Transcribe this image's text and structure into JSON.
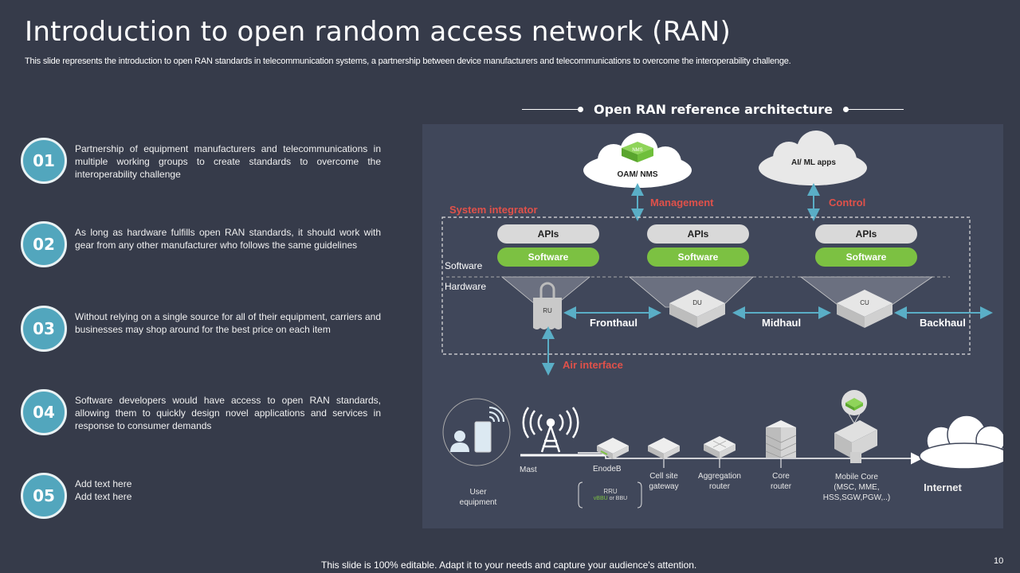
{
  "header": {
    "title": "Introduction to open random access network (RAN)",
    "subtitle": "This slide represents the introduction to open RAN standards in telecommunication systems, a partnership between device manufacturers and telecommunications to overcome the interoperability challenge."
  },
  "items": [
    {
      "number": "01",
      "text": "Partnership of equipment manufacturers and telecommunications in multiple working groups to create standards to overcome the interoperability challenge"
    },
    {
      "number": "02",
      "text": "As long as hardware fulfills open RAN standards, it should work with gear from any other manufacturer who follows the same guidelines"
    },
    {
      "number": "03",
      "text": "Without relying on a single source for all of their equipment, carriers and businesses may shop around for the best price on each item"
    },
    {
      "number": "04",
      "text": "Software developers would have access to open RAN standards, allowing them to quickly design novel applications and services in response to consumer demands"
    },
    {
      "number": "05",
      "text": "Add text here\nAdd text here"
    }
  ],
  "architecture": {
    "title": "Open RAN reference architecture",
    "clouds": {
      "oam": "OAM/ NMS",
      "nms_badge": "NMS",
      "ai": "AI/ ML apps"
    },
    "labels": {
      "management": "Management",
      "control": "Control",
      "system_integrator": "System integrator",
      "software": "Software",
      "hardware": "Hardware",
      "air_interface": "Air interface"
    },
    "stacks": [
      {
        "api": "APIs",
        "software": "Software"
      },
      {
        "api": "APIs",
        "software": "Software"
      },
      {
        "api": "APIs",
        "software": "Software"
      }
    ],
    "units": {
      "ru": "RU",
      "du": "DU",
      "cu": "CU"
    },
    "links": {
      "fronthaul": "Fronthaul",
      "midhaul": "Midhaul",
      "backhaul": "Backhaul"
    },
    "chain": {
      "user_equipment": "User\nequipment",
      "mast": "Mast",
      "enodeb": "EnodeB",
      "rru": "RRU",
      "vbbu": "vBBU",
      "or_bbu": "or BBU",
      "cell_site_gateway": "Cell site\ngateway",
      "aggregation_router": "Aggregation\nrouter",
      "core_router": "Core\nrouter",
      "mobile_core": "Mobile Core\n(MSC, MME,\nHSS,SGW,PGW,..)",
      "internet": "Internet"
    }
  },
  "footer": {
    "note": "This slide is 100% editable. Adapt it to your needs and capture your audience's attention.",
    "page": "10"
  },
  "colors": {
    "badge": "#52a6bd",
    "accent_red": "#e0514a",
    "software_green": "#7cc142",
    "arrow_blue": "#5aaec6"
  }
}
